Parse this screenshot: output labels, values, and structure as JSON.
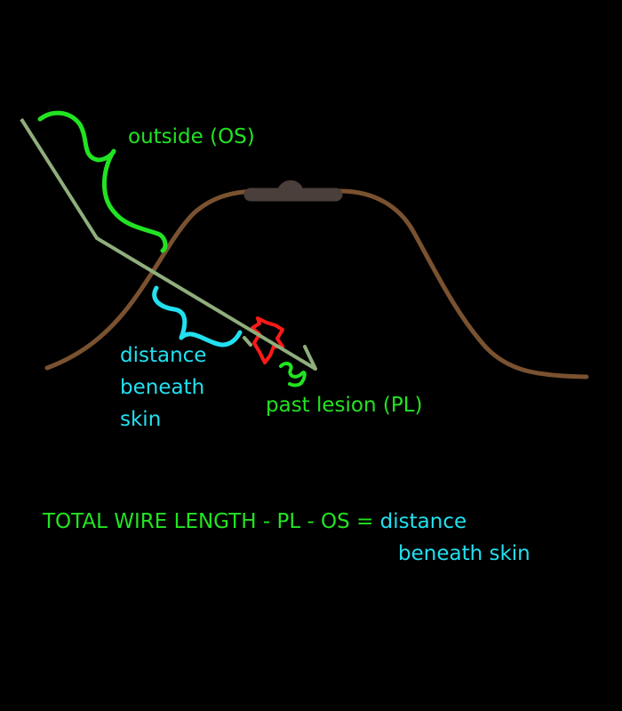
{
  "colors": {
    "background": "#000000",
    "skin": "#7a5230",
    "lesion_bar": "#4a3f3a",
    "wire": "#8fae7c",
    "lesion_marker": "#ff1a1a",
    "label_green": "#22e322",
    "label_cyan": "#22e0f0"
  },
  "labels": {
    "outside": "outside (OS)",
    "distance_beneath_skin": [
      "distance",
      "beneath",
      "skin"
    ],
    "past_lesion": "past lesion (PL)"
  },
  "formula": {
    "lhs": "TOTAL WIRE LENGTH - PL - OS = ",
    "rhs_line1": "distance",
    "rhs_line2": "beneath skin"
  }
}
